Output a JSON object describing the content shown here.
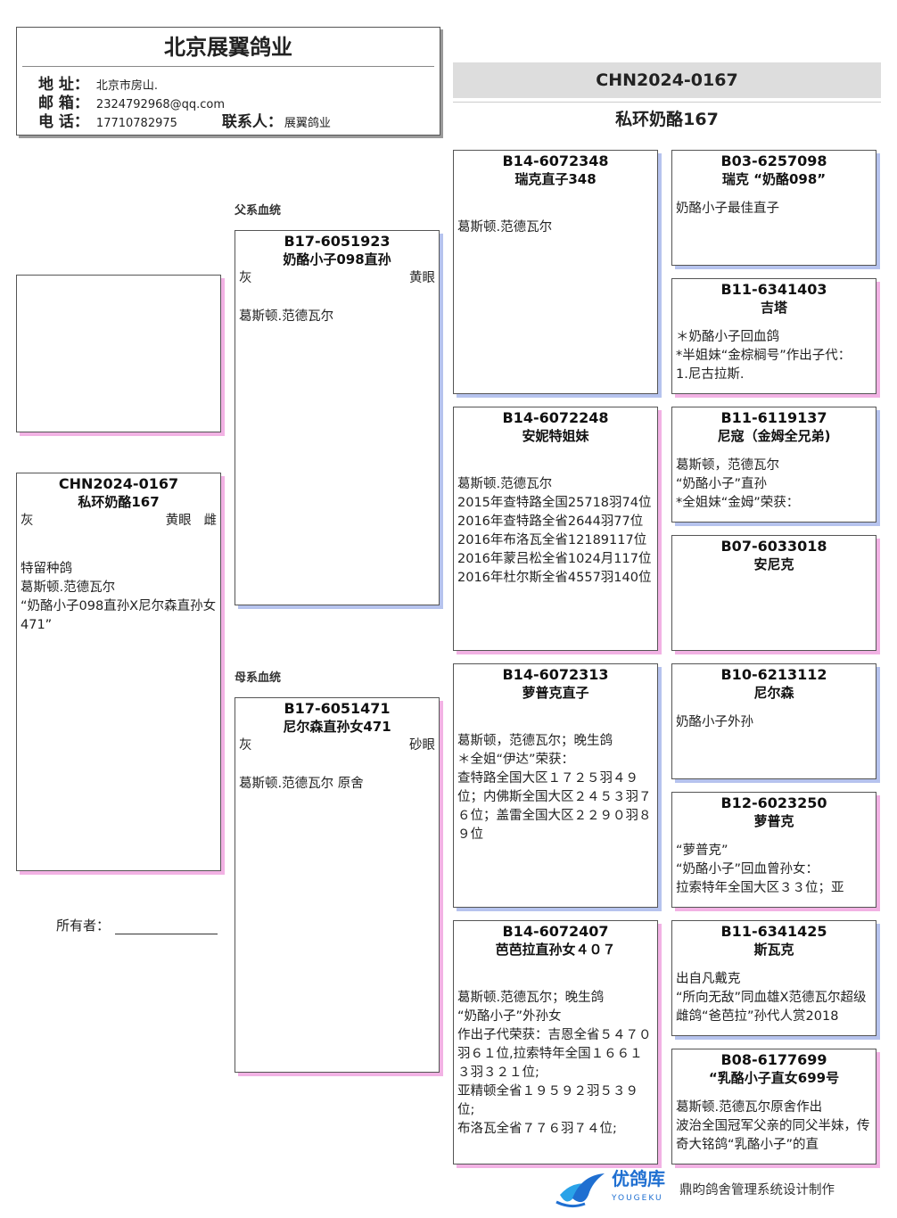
{
  "header": {
    "title": "北京展翼鸽业",
    "address_label": "地 址：",
    "address": "北京市房山.",
    "email_label": "邮 箱：",
    "email": "2324792968@qq.com",
    "phone_label": "电 话：",
    "phone": "17710782975",
    "contact_label": "联系人：",
    "contact": "展翼鸽业"
  },
  "banner": {
    "ring": "CHN2024-0167",
    "name": "私环奶酪167"
  },
  "sections": {
    "father": "父系血统",
    "mother": "母系血统"
  },
  "subject": {
    "ring": "CHN2024-0167",
    "name": "私环奶酪167",
    "color": "灰",
    "eye": "黄眼",
    "sex": "雌",
    "note": "特留种鸽\n葛斯顿.范德瓦尔\n“奶酪小子098直孙X尼尔森直孙女471”"
  },
  "sire": {
    "ring": "B17-6051923",
    "name": "奶酪小子098直孙",
    "color": "灰",
    "eye": "黄眼",
    "note": "葛斯顿.范德瓦尔"
  },
  "dam": {
    "ring": "B17-6051471",
    "name": "尼尔森直孙女471",
    "color": "灰",
    "eye": "砂眼",
    "note": "葛斯顿.范德瓦尔 原舍"
  },
  "gp": [
    {
      "ring": "B14-6072348",
      "name": "瑞克直子348",
      "note": "葛斯顿.范德瓦尔"
    },
    {
      "ring": "B14-6072248",
      "name": "安妮特姐妹",
      "note": "葛斯顿.范德瓦尔\n2015年查特路全国25718羽74位\n2016年查特路全省2644羽77位\n2016年布洛瓦全省12189117位\n2016年蒙吕松全省1024月117位\n2016年杜尔斯全省4557羽140位"
    },
    {
      "ring": "B14-6072313",
      "name": "萝普克直子",
      "note": "葛斯顿，范德瓦尔；晚生鸽\n＊全姐“伊达”荣获：\n查特路全国大区１７２５羽４９位；内佛斯全国大区２４５３羽７６位；盖雷全国大区２２９０羽８９位"
    },
    {
      "ring": "B14-6072407",
      "name": "芭芭拉直孙女４０７",
      "note": "葛斯顿.范德瓦尔；晚生鸽\n“奶酪小子”外孙女\n作出子代荣获：吉恩全省５４７０羽６１位,拉索特年全国１６６１３羽３２１位;\n亚精顿全省１９５９２羽５３９位;\n布洛瓦全省７７６羽７４位;"
    }
  ],
  "ggp": [
    {
      "ring": "B03-6257098",
      "name": "瑞克 “奶酪098”",
      "note": "奶酪小子最佳直子"
    },
    {
      "ring": "B11-6341403",
      "name": "吉塔",
      "note": "＊奶酪小子回血鸽\n*半姐妹“金棕榈号”作出子代：\n1.尼古拉斯."
    },
    {
      "ring": "B11-6119137",
      "name": "尼寇（金姆全兄弟)",
      "note": "葛斯顿，范德瓦尔\n“奶酪小子”直孙\n*全姐妹“金姆”荣获："
    },
    {
      "ring": "B07-6033018",
      "name": "安尼克",
      "note": ""
    },
    {
      "ring": "B10-6213112",
      "name": "尼尔森",
      "note": "奶酪小子外孙"
    },
    {
      "ring": "B12-6023250",
      "name": "萝普克",
      "note": "“萝普克”\n“奶酪小子”回血曾孙女：\n拉索特年全国大区３３位；亚"
    },
    {
      "ring": "B11-6341425",
      "name": "斯瓦克",
      "note": "出自凡戴克\n“所向无敌”同血雄X范德瓦尔超级雌鸽“爸芭拉”孙代人赏2018"
    },
    {
      "ring": "B08-6177699",
      "name": "“乳酪小子直女699号",
      "note": "葛斯顿.范德瓦尔原舍作出\n波治全国冠军父亲的同父半妹，传奇大铭鸽“乳酪小子”的直"
    }
  ],
  "owner": {
    "label": "所有者："
  },
  "footer": {
    "logo_cn": "优鸽库",
    "logo_en": "YOUGEKU",
    "credit": "鼎昀鸽舍管理系统设计制作"
  },
  "colors": {
    "shadow_blue": "#b6c3ee",
    "shadow_pink": "#f2b2e4",
    "logo": "#1f6fd1"
  }
}
